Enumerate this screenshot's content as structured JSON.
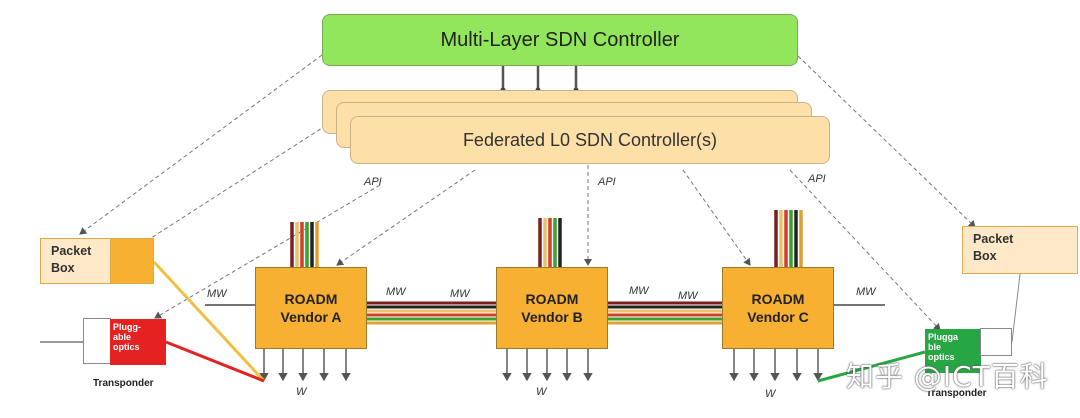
{
  "sdn_controller": {
    "label": "Multi-Layer SDN Controller"
  },
  "federated_controller": {
    "label": "Federated L0 SDN Controller(s)"
  },
  "api_labels": [
    "API",
    "API",
    "API"
  ],
  "roadms": [
    {
      "line1": "ROADM",
      "line2": "Vendor A"
    },
    {
      "line1": "ROADM",
      "line2": "Vendor B"
    },
    {
      "line1": "ROADM",
      "line2": "Vendor C"
    }
  ],
  "packet_boxes": [
    {
      "line1": "Packet",
      "line2": "Box"
    },
    {
      "line1": "Packet",
      "line2": "Box"
    }
  ],
  "optics": [
    {
      "text": "Plugg-\nable\noptics"
    },
    {
      "text": "Plugga\nble\noptics"
    }
  ],
  "transponder_labels": [
    "Transponder",
    "Transponder"
  ],
  "mw_labels": [
    "MW",
    "MW",
    "MW",
    "MW",
    "MW",
    "MW"
  ],
  "w_labels": [
    "W",
    "W",
    "W"
  ],
  "watermark": "知乎 @ICT百科",
  "colors": {
    "sdn_controller": "#92e65c",
    "federated": "#fde0a7",
    "roadm": "#f7b032",
    "optic_red": "#e52222",
    "optic_green": "#27a644",
    "fiber": [
      "#7b1e1e",
      "#e8c36b",
      "#d63c2a",
      "#3aa02e",
      "#222222",
      "#e0a030"
    ]
  }
}
